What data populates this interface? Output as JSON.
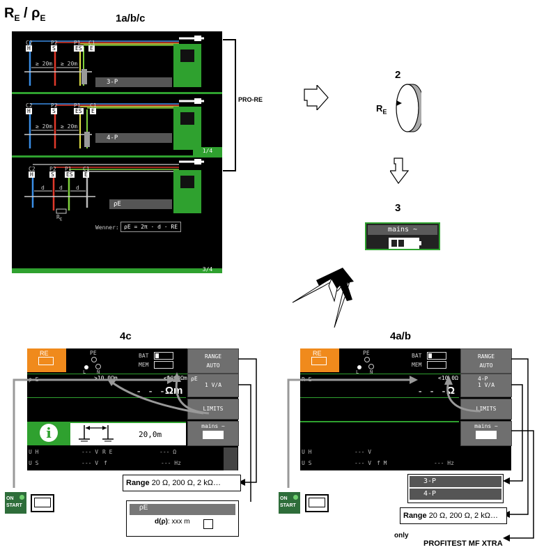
{
  "title": {
    "r": "R",
    "r_sub": "E",
    "slash": "/",
    "rho": "ρ",
    "rho_sub": "E"
  },
  "step_1": {
    "label": "1a/b/c",
    "screen_a": {
      "c2": "C2",
      "c2_box": "H",
      "p2": "P2",
      "p2_box": "S",
      "p1": "P1",
      "p1_box": "ES",
      "c1": "C1",
      "c1_box": "E",
      "dist1": "≥ 20m",
      "dist2": "≥ 20m",
      "mode": "3-P"
    },
    "screen_b": {
      "c2": "C2",
      "c2_box": "H",
      "p2": "P2",
      "p2_box": "S",
      "p1": "P1",
      "p1_box": "ES",
      "c1": "C1",
      "c1_box": "E",
      "dist1": "≥ 20m",
      "dist2": "≥ 20m",
      "mode": "4-P",
      "page": "1/4"
    },
    "screen_c": {
      "c2": "C2",
      "c2_box": "H",
      "p2": "P2",
      "p2_box": "S",
      "p1": "P1",
      "p1_box": "ES",
      "c1": "C1",
      "c1_box": "E",
      "d1": "d",
      "d2": "d",
      "d3": "d",
      "re": "R",
      "re_sub": "E",
      "mode": "ρE",
      "wenner_label": "Wenner:",
      "wenner_formula": "ρE = 2π · d · RE",
      "page": "3/4"
    },
    "bracket_label": "PRO-RE"
  },
  "step_2": {
    "label": "2",
    "knob_label": "R",
    "knob_sub": "E"
  },
  "step_3": {
    "label": "3",
    "mains": "mains ~"
  },
  "step_4c": {
    "label": "4c",
    "header": {
      "re_tab": "RE",
      "pe": "PE",
      "l": "L",
      "n": "N",
      "bat": "BAT",
      "mem": "MEM"
    },
    "buttons": {
      "range": "RANGE",
      "auto": "AUTO",
      "rho": "ρE",
      "volts": "1 V/A",
      "limits": "LIMITS",
      "mains": "mains ~"
    },
    "main": {
      "param": "ρ E",
      "lim_low": ">10,0Ωm",
      "lim_high": "<1000Ωm",
      "value": "- - -",
      "unit": "Ωm",
      "distance": "20,0m"
    },
    "footer": {
      "uh": "U H",
      "uh_val": "--- V",
      "re": "R E",
      "re_val": "--- Ω",
      "us": "U S",
      "us_val": "--- V",
      "f": "f",
      "f_val": "--- Hz"
    },
    "onstart": {
      "on": "ON",
      "start": "START"
    },
    "range_box": {
      "bold": "Range",
      "text": "20 Ω, 200 Ω, 2 kΩ…"
    },
    "rho_box": {
      "rho": "ρE",
      "d_label": "d",
      "rho_paren": "(ρ)",
      "d_value": ": xxx m"
    }
  },
  "step_4ab": {
    "label": "4a/b",
    "header": {
      "re_tab": "RE",
      "pe": "PE",
      "l": "L",
      "n": "N",
      "bat": "BAT",
      "mem": "MEM"
    },
    "buttons": {
      "range": "RANGE",
      "auto": "AUTO",
      "mode": "4-P",
      "volts": "1 V/A",
      "limits": "LIMITS",
      "mains": "mains ~"
    },
    "main": {
      "param": "R E",
      "lim_high": "<10,0Ω",
      "value": "- - -",
      "unit": "Ω"
    },
    "footer": {
      "uh": "U H",
      "uh_val": "--- V",
      "us": "U S",
      "us_val": "--- V",
      "fm": "f M",
      "fm_val": "--- Hz"
    },
    "onstart": {
      "on": "ON",
      "start": "START"
    },
    "mode_box": {
      "p3": "3-P",
      "p4": "4-P"
    },
    "range_box": {
      "bold": "Range",
      "text": "20 Ω, 200 Ω, 2 kΩ…"
    },
    "only": "only",
    "product": "PROFITEST MF XTRA"
  },
  "colors": {
    "accent_orange": "#f08a1c",
    "instrument_green": "#2fa12f",
    "probe_blue": "#3a8ee6",
    "probe_red": "#e0392a",
    "probe_yellow": "#e8e84a",
    "probe_green": "#7fd23c"
  }
}
